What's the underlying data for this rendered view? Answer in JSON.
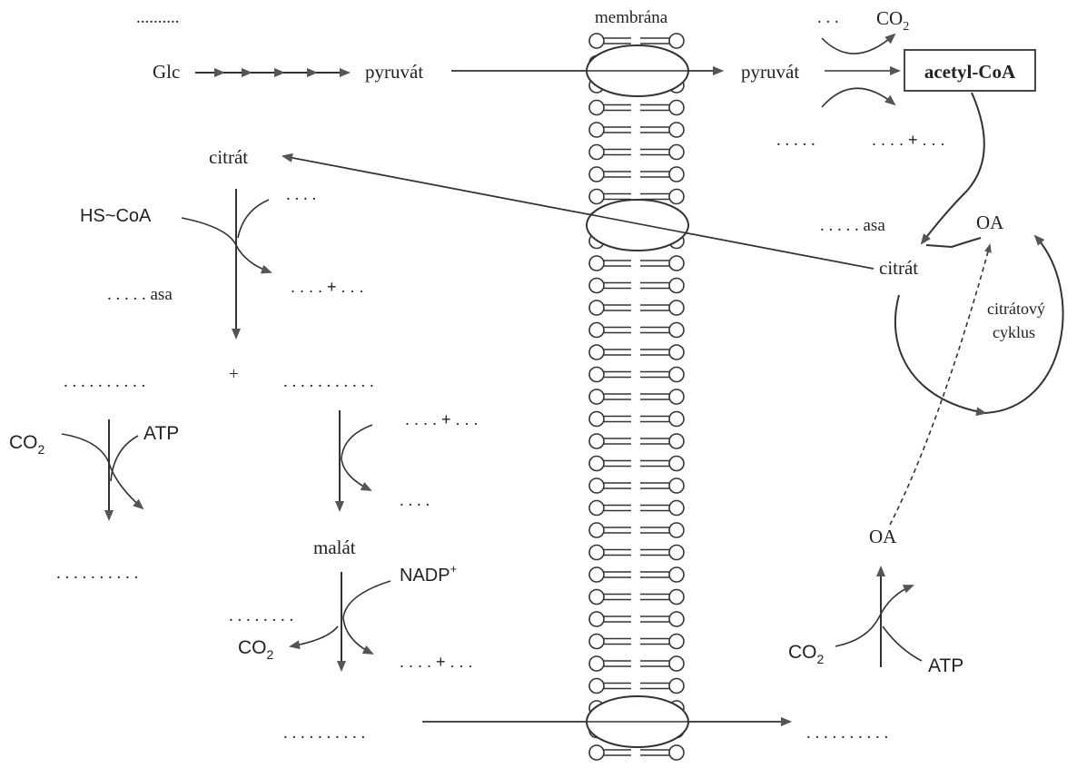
{
  "labels": {
    "membrane_blank": "..........",
    "membrane": "membrána",
    "glc": "Glc",
    "pyruvate_left": "pyruvát",
    "pyruvate_right": "pyruvát",
    "pdh_blank": ". . .",
    "co2_top_sub": "2",
    "co2_top": "CO",
    "acetyl_coa": "acetyl-CoA",
    "blank_mito1": ". . . . .",
    "blank_mito2": ". . . . + . . .",
    "citrate_left": "citrát",
    "blank_c1": ". . . .",
    "hscoa": "HS~CoA",
    "blank_asa_left": ". . . . . asa",
    "blank_c2": ". . . . + . . .",
    "blank_long1": ". . . . . . . . . .",
    "plus_mid": "+",
    "blank_long2": ". . . . . . . . . . .",
    "co2_left": "CO",
    "co2_left_sub": "2",
    "atp_left": "ATP",
    "blank_c3": ". . . . + . . .",
    "blank_c4": ". . . .",
    "blank_long3": ". . . . . . . . . .",
    "malate": "malát",
    "nadp": "NADP",
    "nadp_sup": "+",
    "blank_c5": ". . . . . . . .",
    "co2_bottom": "CO",
    "co2_bottom_sub": "2",
    "blank_c6": ". . . . + . . .",
    "blank_long4": ". . . . . . . . . .",
    "blank_long5": ". . . . . . . . . .",
    "blank_asa_right": ". . . . . asa",
    "oa_top": "OA",
    "citrate_right": "citrát",
    "cycle_line1": "citrátový",
    "cycle_line2": "cyklus",
    "oa_bottom": "OA",
    "co2_right": "CO",
    "co2_right_sub": "2",
    "atp_right": "ATP"
  },
  "membrane": {
    "lipid_rows": 33,
    "transport_proteins": 3
  }
}
